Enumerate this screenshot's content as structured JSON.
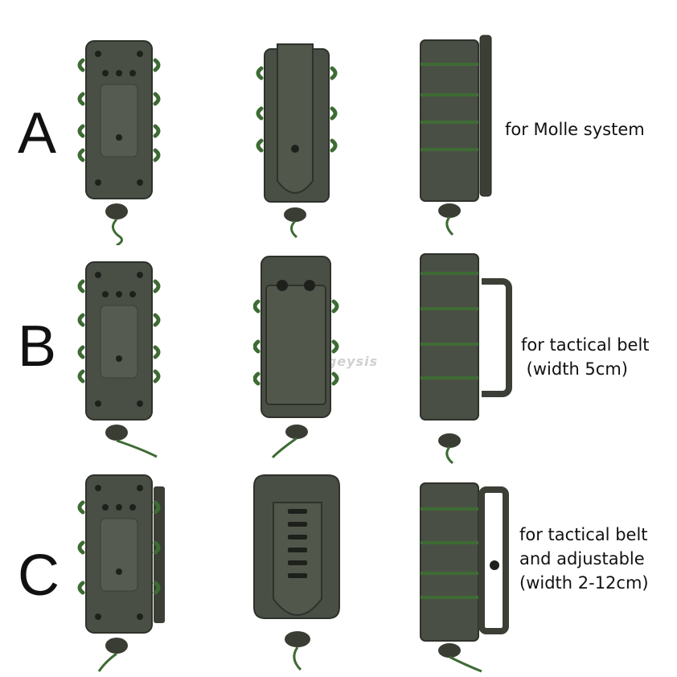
{
  "rows": [
    {
      "letter": "A",
      "caption_lines": [
        "for Molle system"
      ]
    },
    {
      "letter": "B",
      "caption_lines": [
        "for tactical belt",
        " (width 5cm)"
      ]
    },
    {
      "letter": "C",
      "caption_lines": [
        "for tactical belt",
        "and adjustable",
        "(width 2-12cm)"
      ]
    }
  ],
  "watermark": "dongeysis",
  "colors": {
    "shell": "#4a4f45",
    "shell_light": "#5b6155",
    "cord": "#3e6b34",
    "hole": "#1e201c"
  }
}
